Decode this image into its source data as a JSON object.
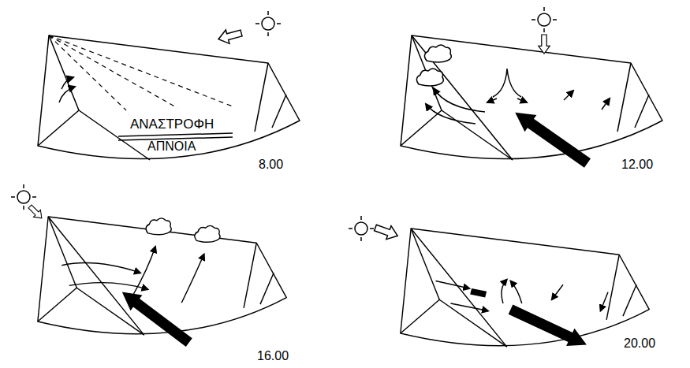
{
  "diagram": {
    "labels": [
      "ΑΝΑΣΤΡΟΦΗ",
      "ΑΠΝΟΙΑ",
      "8.00",
      "12.00",
      "16.00",
      "20.00"
    ]
  }
}
